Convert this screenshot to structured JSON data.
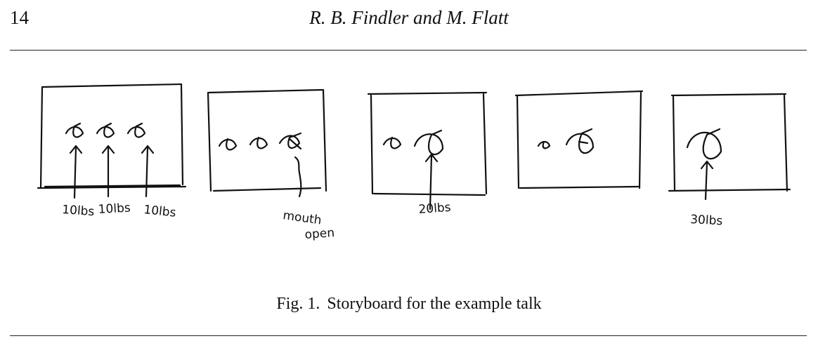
{
  "header": {
    "page_number": "14",
    "running_head": "R. B. Findler and M. Flatt"
  },
  "figure": {
    "caption_label": "Fig. 1.",
    "caption_text": "Storyboard for the example talk",
    "panels": [
      {
        "fish_count": 3,
        "labels": [
          "10lbs",
          "10lbs",
          "10lbs"
        ]
      },
      {
        "fish_count": 3,
        "labels": [
          "mouth",
          "open"
        ]
      },
      {
        "fish_count": 2,
        "labels": [
          "20lbs"
        ]
      },
      {
        "fish_count": 2,
        "labels": []
      },
      {
        "fish_count": 1,
        "labels": [
          "30lbs"
        ]
      }
    ]
  }
}
